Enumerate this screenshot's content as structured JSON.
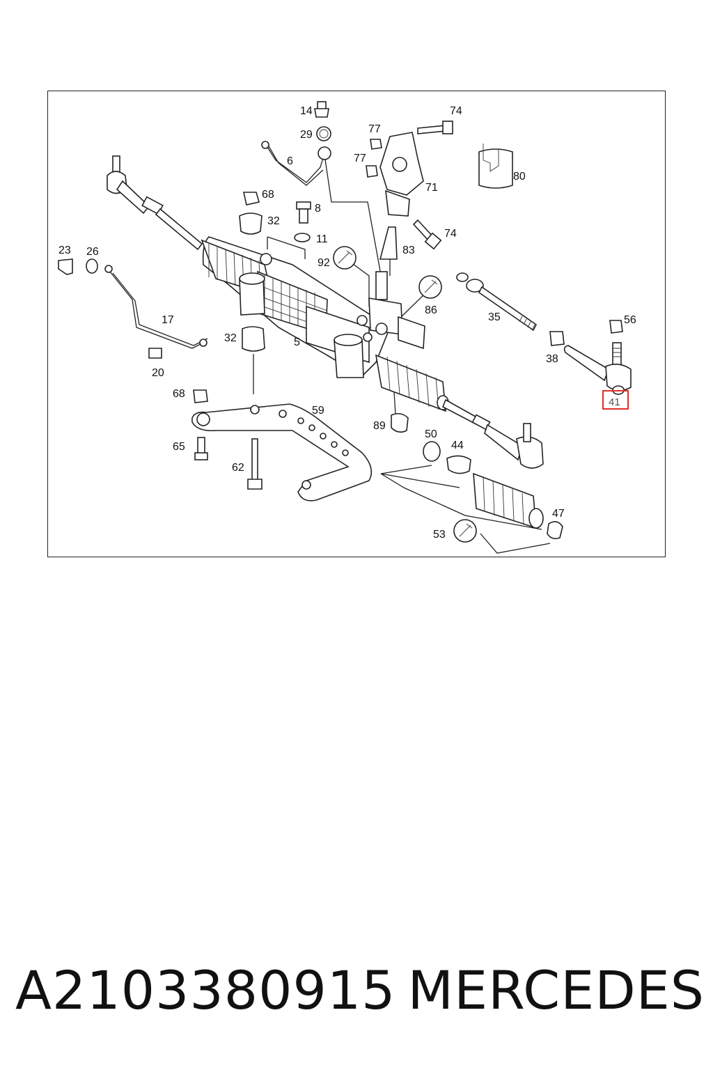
{
  "diagram": {
    "callouts": [
      "14",
      "74",
      "29",
      "77",
      "6",
      "77",
      "80",
      "71",
      "68",
      "8",
      "32",
      "11",
      "74",
      "23",
      "26",
      "92",
      "83",
      "86",
      "35",
      "56",
      "17",
      "32",
      "5",
      "38",
      "41",
      "20",
      "68",
      "59",
      "89",
      "50",
      "44",
      "65",
      "62",
      "47",
      "53"
    ],
    "highlighted_callout": "41",
    "highlight_color": "#e0302a",
    "line_color": "#222222"
  },
  "caption": {
    "part_number": "A2103380915",
    "brand": "MERCEDES"
  }
}
